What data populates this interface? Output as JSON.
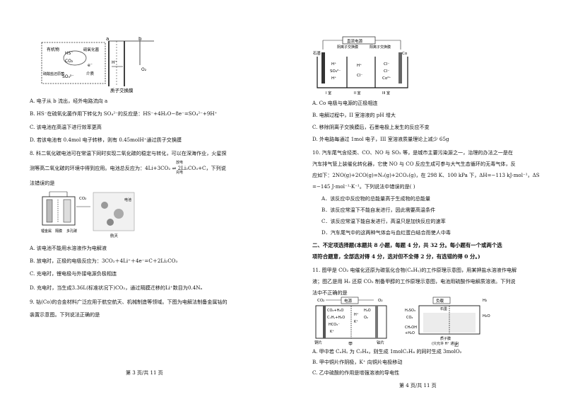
{
  "left": {
    "fig1": {
      "label_a": "a",
      "label_b": "b",
      "organic": "有机物",
      "hs": "HS⁻",
      "co2": "CO₂",
      "bacteria1": "硫氧化菌",
      "bacteria2": "硫酸盐还原菌",
      "so4": "SO₄²⁻",
      "e": "e⁻",
      "electrode": "介质",
      "hplus": "H⁺",
      "o2": "O₂",
      "caption": "质子交换膜"
    },
    "q7_options": [
      "A. 电子从 b 流出，经外电路流向 a",
      "B. HS⁻在硫氧化菌作用下转化为 SO₄²⁻的反应是：HS⁻+4H₂O−8e⁻=SO₄²⁻+9H⁺",
      "C. 该电池在高温下进行效率更高",
      "D. 若该电池有 0.4mol 电子转移，则有 0.45molH⁺通过质子交换膜"
    ],
    "q8": {
      "line1": "8. 科二氧化碳电池可在常温下同时实现二氧化碳的稳定与转化，可以在深海作业，火星探",
      "line2": "测等高二氧化碳的环境中得到应用。电池总反应为：4Li+3CO₂ ⇌ 2Li₂CO₃+C，下列说",
      "above": "放电",
      "below": "充电",
      "line3": "法错误的是"
    },
    "fig2": {
      "left_labels": [
        "锂金属",
        "隔膜",
        "多孔碳"
      ],
      "right_label": "航天",
      "co2": "CO₂",
      "device": "电池"
    },
    "q8_options": [
      "A. 该电池不能用水溶液作为电解液",
      "B. 放电时，正极的电极反应为：3CO₂＋4Li⁺＋4e⁻=C＋2Li₂CO₃",
      "C. 充电时，锂电极与外接电源负极相连",
      "D. 充电时，当生成3.36L(标准状况下)CO₂，通过隔膜迁移的Li⁺数目为0.4Nₐ"
    ],
    "q9": {
      "line1": "9. 钴(Co)的合金材料广泛应用于航空航天、机械制造等领域。下图为电解法制备金属钴的",
      "line2": "装置示意图。下列说法正确的是"
    },
    "footer": "第 3 页/共 11 页"
  },
  "right": {
    "fig3": {
      "power": "直流电源",
      "graphite": "石墨",
      "anion": "阴离子交换膜",
      "cation": "阳离子交换膜",
      "co": "Co",
      "ions1": [
        "H⁺",
        "SO₄²⁻",
        "H⁺"
      ],
      "ions2": [
        "H⁺",
        "Cl⁻"
      ],
      "ions3": [
        "Cl⁻",
        "Cl⁻",
        "Co²⁺"
      ],
      "rooms": [
        "I 室",
        "II 室",
        "III 室"
      ]
    },
    "q9_options": [
      "A. Co 电极与电源的正极相连",
      "B. 电解过程中，II 室溶液的 pH 增大",
      "C. 移除阴离子交换膜后，石墨电极上发生的反应不变",
      "D. 外电路每通过 1mol 电子，III 室溶液质量理论上减少 65g"
    ],
    "q10": [
      "10. 汽车尾气含烃类、CO、NO 与 SO₂ 等，是城市主要污染源之一，治理的办法之一是在",
      "汽车排气管上装催化转化器，它使 NO 与 CO 反应生成可参与大气生态循环的无毒气体，反",
      "应如下：2NO(g)+2CO(g)=N₂(g)+2CO₂(g)，在 298 K、100 kPa 下，ΔH=−113 kJ·mol⁻¹，ΔS",
      "=−145 J·mol⁻¹·K⁻¹。下列说法中错误的是(      )"
    ],
    "q10_options": [
      "A．该反应中反应物的总能量高于生成物的总能量",
      "B．该反应常温下不能自发进行，因此需要高温条件",
      "C．该反应常温下能自发进行，高温只是加快反应的速率",
      "D．汽车尾气中的这两种气体会与血红蛋白结合而使人中毒"
    ],
    "section2": [
      "二、不定项选择题(本题共 8 小题，每题 4 分，共 32 分。每小题有一个或两个选",
      "项符合题意，全部选对得 4 分，选对但不全得 2 分，有选错的得 0 分。)"
    ],
    "q11": [
      "11. 图甲是 CO₂ 电催化还原为碳氢化合物(CₓHᵧ)的工作原理示意图，用某钾盐水溶液作电解",
      "液；图乙是用 H₂ 还原 CO₂ 制备甲醇的工作原理示意图，电池用硫酸作电解质溶液。下列说",
      "法中不正确的是"
    ],
    "fig4": {
      "jia": "甲",
      "yi": "乙",
      "electric": "电源",
      "load": "负载",
      "cu": "铜片",
      "pt": "铂片",
      "membrane": "质子膜",
      "membrane_note": "(只允许 H⁺ 通过)",
      "left_in": "CO₂",
      "right_out": "O₂",
      "labels_left": [
        "CO₂+H₂O",
        "CₓHᵧ+H₂O",
        "HCO₃⁻",
        "K⁺"
      ],
      "labels_right": [
        "H₂O",
        "O₂"
      ],
      "yi_left": [
        "H₂SO₄",
        "CO₂",
        "CH₃OH",
        "+H₂O"
      ],
      "yi_right": [
        "H₂",
        "H₂O"
      ],
      "yi_top": "石墨",
      "ion_mid": [
        "H⁺",
        "K⁺"
      ]
    },
    "q11_options": [
      "A. 甲中若 CₓHᵧ 为 C₂H₄，则生成 1molC₂H₄ 的同时生成 3molO₂",
      "B. 甲中铜片作阴极，K⁺ 向铜片电极移动",
      "C. 乙中硫酸的作用是增强溶液的导电性"
    ],
    "footer": "第 4 页/共 11 页"
  }
}
